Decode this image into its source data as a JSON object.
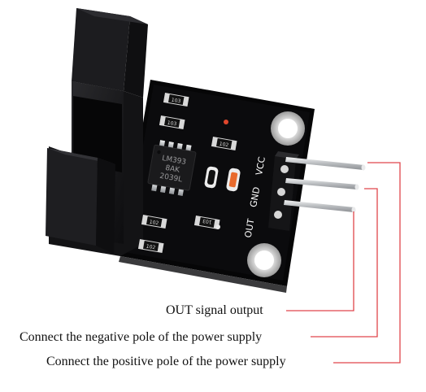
{
  "colors": {
    "pcb": "#0b0b0d",
    "sensor_body": "#141416",
    "pin_metal": "#c9ccce",
    "leader_line": "#e0464c",
    "silkscreen": "#ffffff"
  },
  "board": {
    "chip_marking": [
      "LM393",
      "8AK",
      "2039L"
    ],
    "pin_labels": [
      "VCC",
      "GND",
      "OUT"
    ],
    "resistor_codes": [
      "103",
      "103",
      "102",
      "102",
      "102",
      "103"
    ]
  },
  "callouts": [
    {
      "text": "OUT signal output"
    },
    {
      "text": "Connect the negative pole of the power supply"
    },
    {
      "text": "Connect the positive pole of the power supply"
    }
  ]
}
